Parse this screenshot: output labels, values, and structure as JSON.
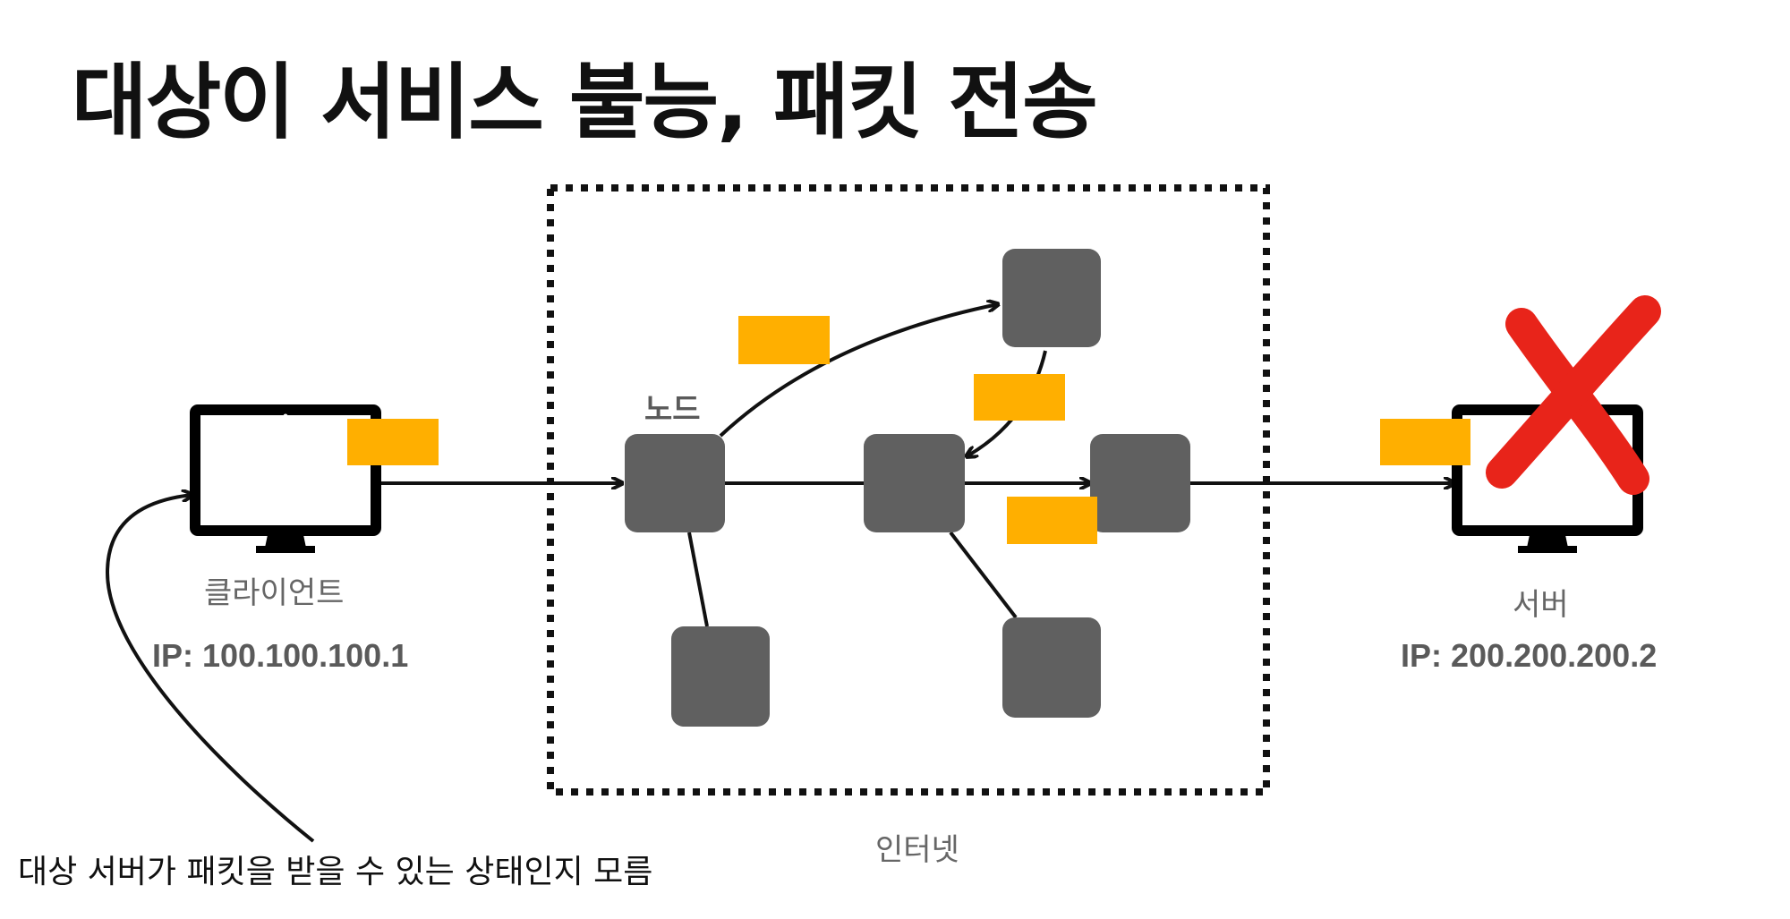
{
  "title": "대상이 서비스 불능, 패킷 전송",
  "client": {
    "label": "클라이언트",
    "ip": "IP: 100.100.100.1"
  },
  "server": {
    "label": "서버",
    "ip": "IP: 200.200.200.2"
  },
  "node_label": "노드",
  "internet_label": "인터넷",
  "note": "대상 서버가 패킷을 받을 수 있는 상태인지 모름",
  "colors": {
    "packet": "#ffaf00",
    "node": "#606060",
    "x_mark": "#e8241a",
    "monitor": "#000000"
  }
}
